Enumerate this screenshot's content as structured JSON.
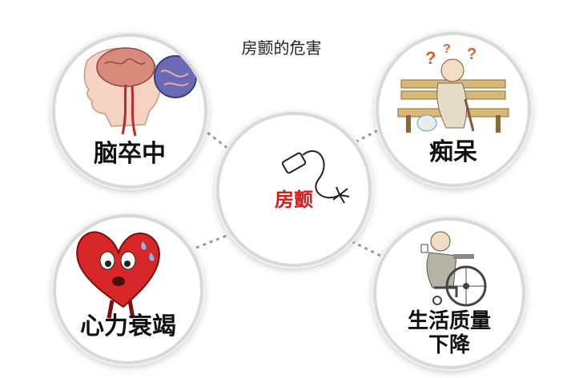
{
  "title": "房颤的危害",
  "center": {
    "label": "房颤",
    "label_color": "#d21d1d"
  },
  "nodes": [
    {
      "label": "脑卒中",
      "icon": "brain-stroke-illustration"
    },
    {
      "label": "痴呆",
      "icon": "elderly-on-bench-illustration"
    },
    {
      "label": "心力衰竭",
      "icon": "sad-heart-illustration"
    },
    {
      "label": "生活质量下降",
      "line1": "生活质量",
      "line2": "下降",
      "icon": "wheelchair-elder-illustration"
    }
  ],
  "colors": {
    "ring": "#d9d9d9",
    "connector": "#9a9a9a",
    "heart": "#d62828"
  }
}
